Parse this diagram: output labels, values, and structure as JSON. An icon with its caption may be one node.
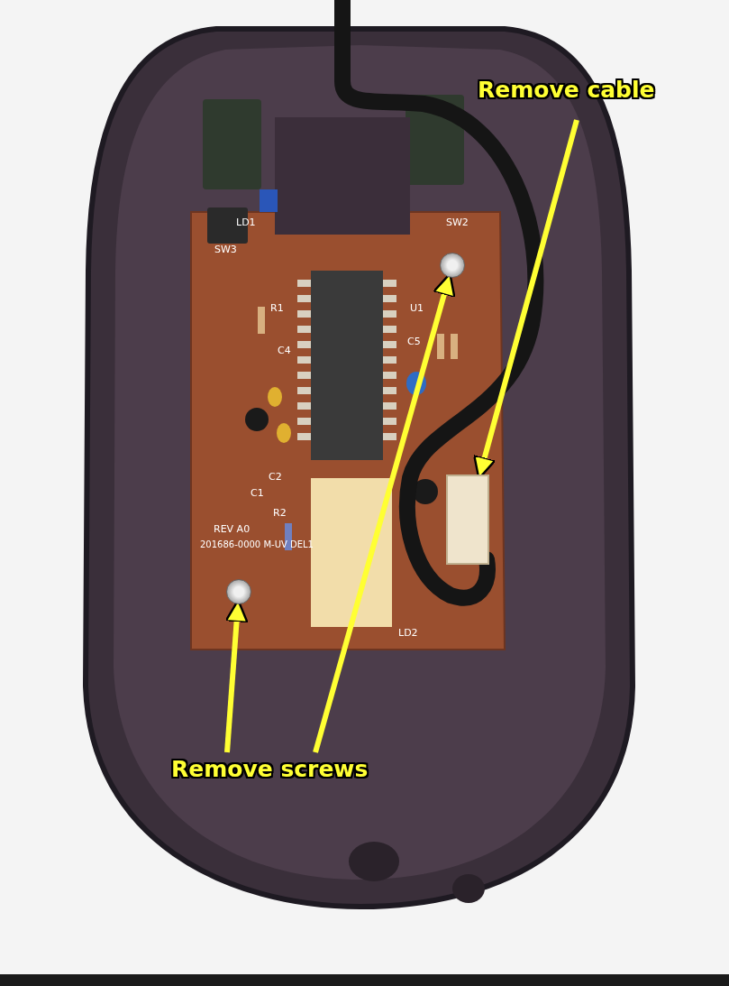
{
  "diagram": {
    "nodes": [
      {
        "text": [
          "Remove cable"
        ]
      },
      {
        "text": [
          "Remove screws"
        ]
      },
      {
        "text": [],
        "shape": "box"
      },
      {
        "text": [],
        "shape": "circle"
      },
      {
        "text": [],
        "shape": "circle"
      }
    ],
    "edges": [
      {
        "from": 0,
        "to": 2,
        "arrow": "to"
      },
      {
        "from": 1,
        "to": 3,
        "arrow": "to"
      },
      {
        "from": 1,
        "to": 4,
        "arrow": "to"
      }
    ],
    "labels": [
      "LD1",
      "SW3",
      "SW2",
      "R1",
      "U1",
      "C4",
      "C5",
      "201686-0000 M-UV DEL1",
      "REV A0",
      "C2",
      "C1",
      "R2",
      "LD2"
    ]
  }
}
